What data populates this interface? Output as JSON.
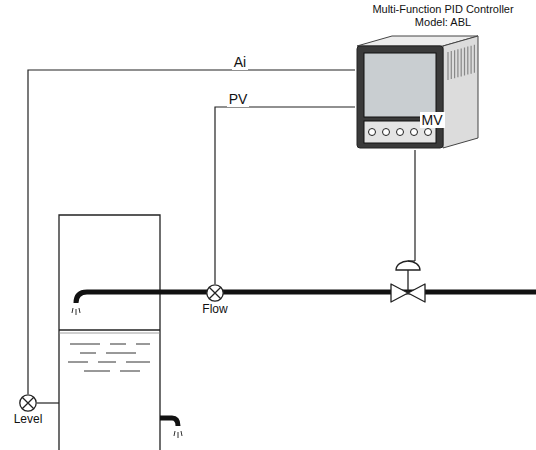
{
  "diagram": {
    "nodes": [
      {
        "text": [
          "Multi-Function PID Controller",
          "Model: ABL"
        ]
      },
      {
        "text": [
          "Flow"
        ]
      },
      {
        "text": [
          "Level"
        ]
      }
    ],
    "edges": [
      {
        "from": 2,
        "to": 0,
        "arrow": "none",
        "label": "Ai"
      },
      {
        "from": 1,
        "to": 0,
        "arrow": "none",
        "label": "PV"
      }
    ],
    "labels": [
      "MV"
    ]
  }
}
